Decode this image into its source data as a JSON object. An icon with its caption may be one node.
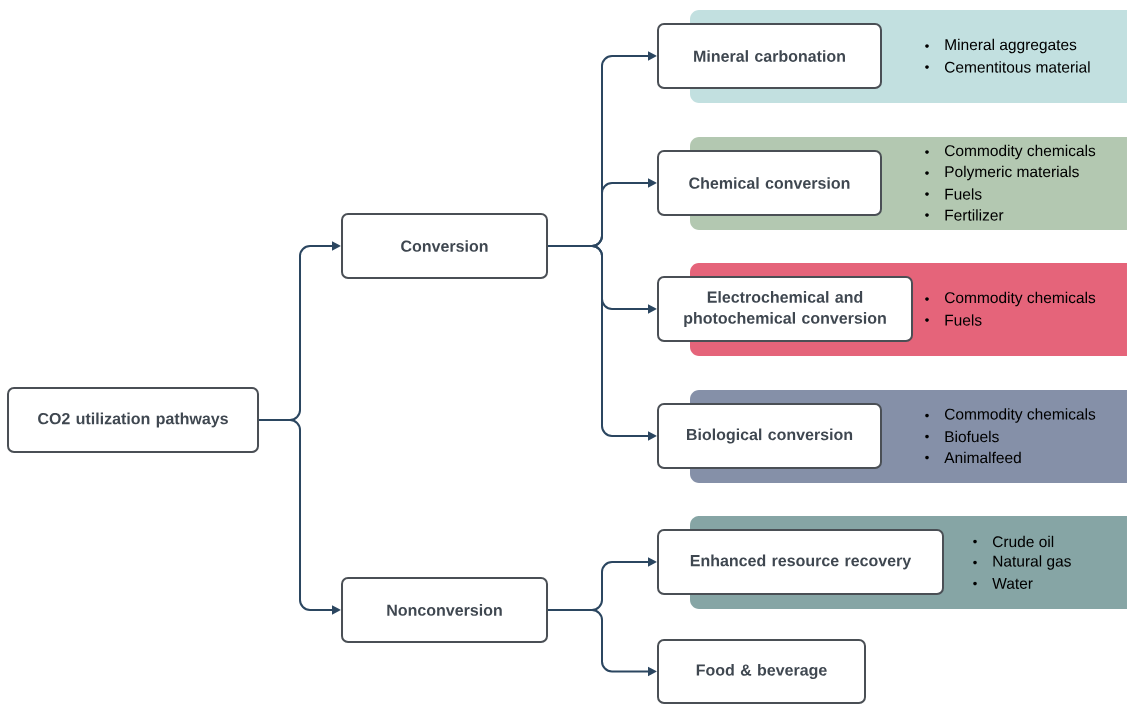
{
  "diagram": {
    "nodes": [
      {
        "text": [
          "CO2 utilization pathways"
        ]
      },
      {
        "text": [
          "Conversion"
        ]
      },
      {
        "text": [
          "Mineral carbonation"
        ]
      },
      {
        "text": [
          "Mineral aggregates",
          "Cementitous material"
        ]
      },
      {
        "text": [
          "Chemical conversion"
        ]
      },
      {
        "text": [
          "Commodity chemicals",
          "Polymeric materials",
          "Fuels",
          "Fertilizer"
        ]
      },
      {
        "text": [
          "Electrochemical and photochemical conversion"
        ]
      },
      {
        "text": [
          "Commodity chemicals",
          "Fuels"
        ]
      },
      {
        "text": [
          "Biological conversion"
        ]
      },
      {
        "text": [
          "Commodity chemicals",
          "Biofuels",
          "Animalfeed"
        ]
      },
      {
        "text": [
          "Nonconversion"
        ]
      },
      {
        "text": [
          "Enhanced resource recovery"
        ]
      },
      {
        "text": [
          "Crude oil",
          "Natural gas",
          "Water"
        ]
      },
      {
        "text": [
          "Food & beverage"
        ]
      }
    ],
    "edges": [
      {
        "from": 0,
        "to": 1,
        "arrow": "to"
      },
      {
        "from": 0,
        "to": 10,
        "arrow": "to"
      },
      {
        "from": 1,
        "to": 2,
        "arrow": "to"
      },
      {
        "from": 1,
        "to": 4,
        "arrow": "to"
      },
      {
        "from": 1,
        "to": 6,
        "arrow": "to"
      },
      {
        "from": 1,
        "to": 8,
        "arrow": "to"
      },
      {
        "from": 10,
        "to": 11,
        "arrow": "to"
      },
      {
        "from": 10,
        "to": 13,
        "arrow": "to"
      }
    ]
  }
}
